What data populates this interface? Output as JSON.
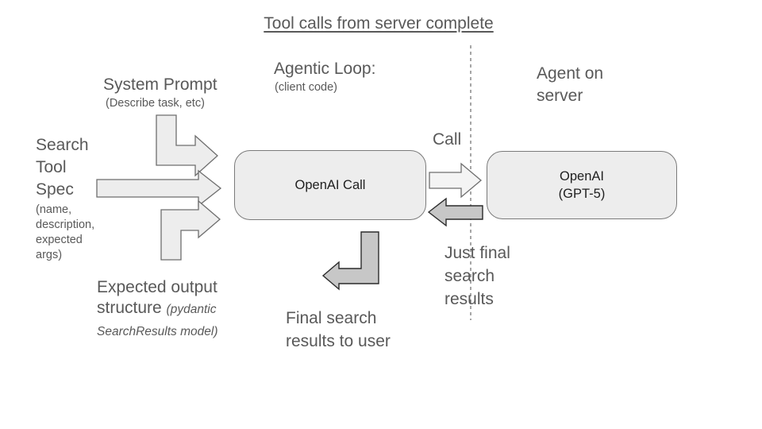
{
  "title": "Tool calls from server complete",
  "client": {
    "agentic_loop": "Agentic Loop:",
    "agentic_loop_sub": "(client code)",
    "system_prompt": "System Prompt",
    "system_prompt_sub": "(Describe task, etc)",
    "search_tool_spec": "Search Tool Spec",
    "search_tool_spec_sub": "(name, description, expected args)",
    "expected_output": "Expected output structure",
    "expected_output_sub": "(pydantic SearchResults model)",
    "openai_call_box": "OpenAI Call",
    "final_results_label": "Final search results to user"
  },
  "server": {
    "agent_on_server": "Agent on server",
    "openai_box_line1": "OpenAI",
    "openai_box_line2": "(GPT-5)",
    "call_label": "Call",
    "just_final_label": "Just final search results"
  },
  "arrows": [
    {
      "id": "system-prompt-to-openai-call",
      "from": "System Prompt",
      "to": "OpenAI Call",
      "style": "light",
      "shape": "elbow-down-right"
    },
    {
      "id": "search-tool-spec-to-openai-call",
      "from": "Search Tool Spec",
      "to": "OpenAI Call",
      "style": "light",
      "shape": "straight-right"
    },
    {
      "id": "expected-output-to-openai-call",
      "from": "Expected output structure",
      "to": "OpenAI Call",
      "style": "light",
      "shape": "elbow-up-right"
    },
    {
      "id": "call-arrow",
      "from": "OpenAI Call",
      "to": "OpenAI (GPT-5)",
      "style": "lighter",
      "shape": "straight-right",
      "label": "Call"
    },
    {
      "id": "results-return-arrow",
      "from": "OpenAI (GPT-5)",
      "to": "OpenAI Call",
      "style": "dark",
      "shape": "straight-left",
      "label": "Just final search results"
    },
    {
      "id": "final-results-arrow",
      "from": "OpenAI Call",
      "to": "user",
      "style": "dark",
      "shape": "elbow-down-left",
      "label": "Final search results to user"
    }
  ],
  "colors": {
    "background": "#ffffff",
    "gray_text": "#595959",
    "black_text": "#1f1f1f",
    "box_fill": "#ededed",
    "box_border": "#7a7a7a",
    "arrow_light_fill": "#ededed",
    "arrow_lighter_fill": "#f4f4f4",
    "arrow_light_stroke": "#6e6e6e",
    "arrow_dark_fill": "#c7c7c7",
    "arrow_dark_stroke": "#2b2b2b",
    "dashed_line": "#4d4d4d"
  }
}
